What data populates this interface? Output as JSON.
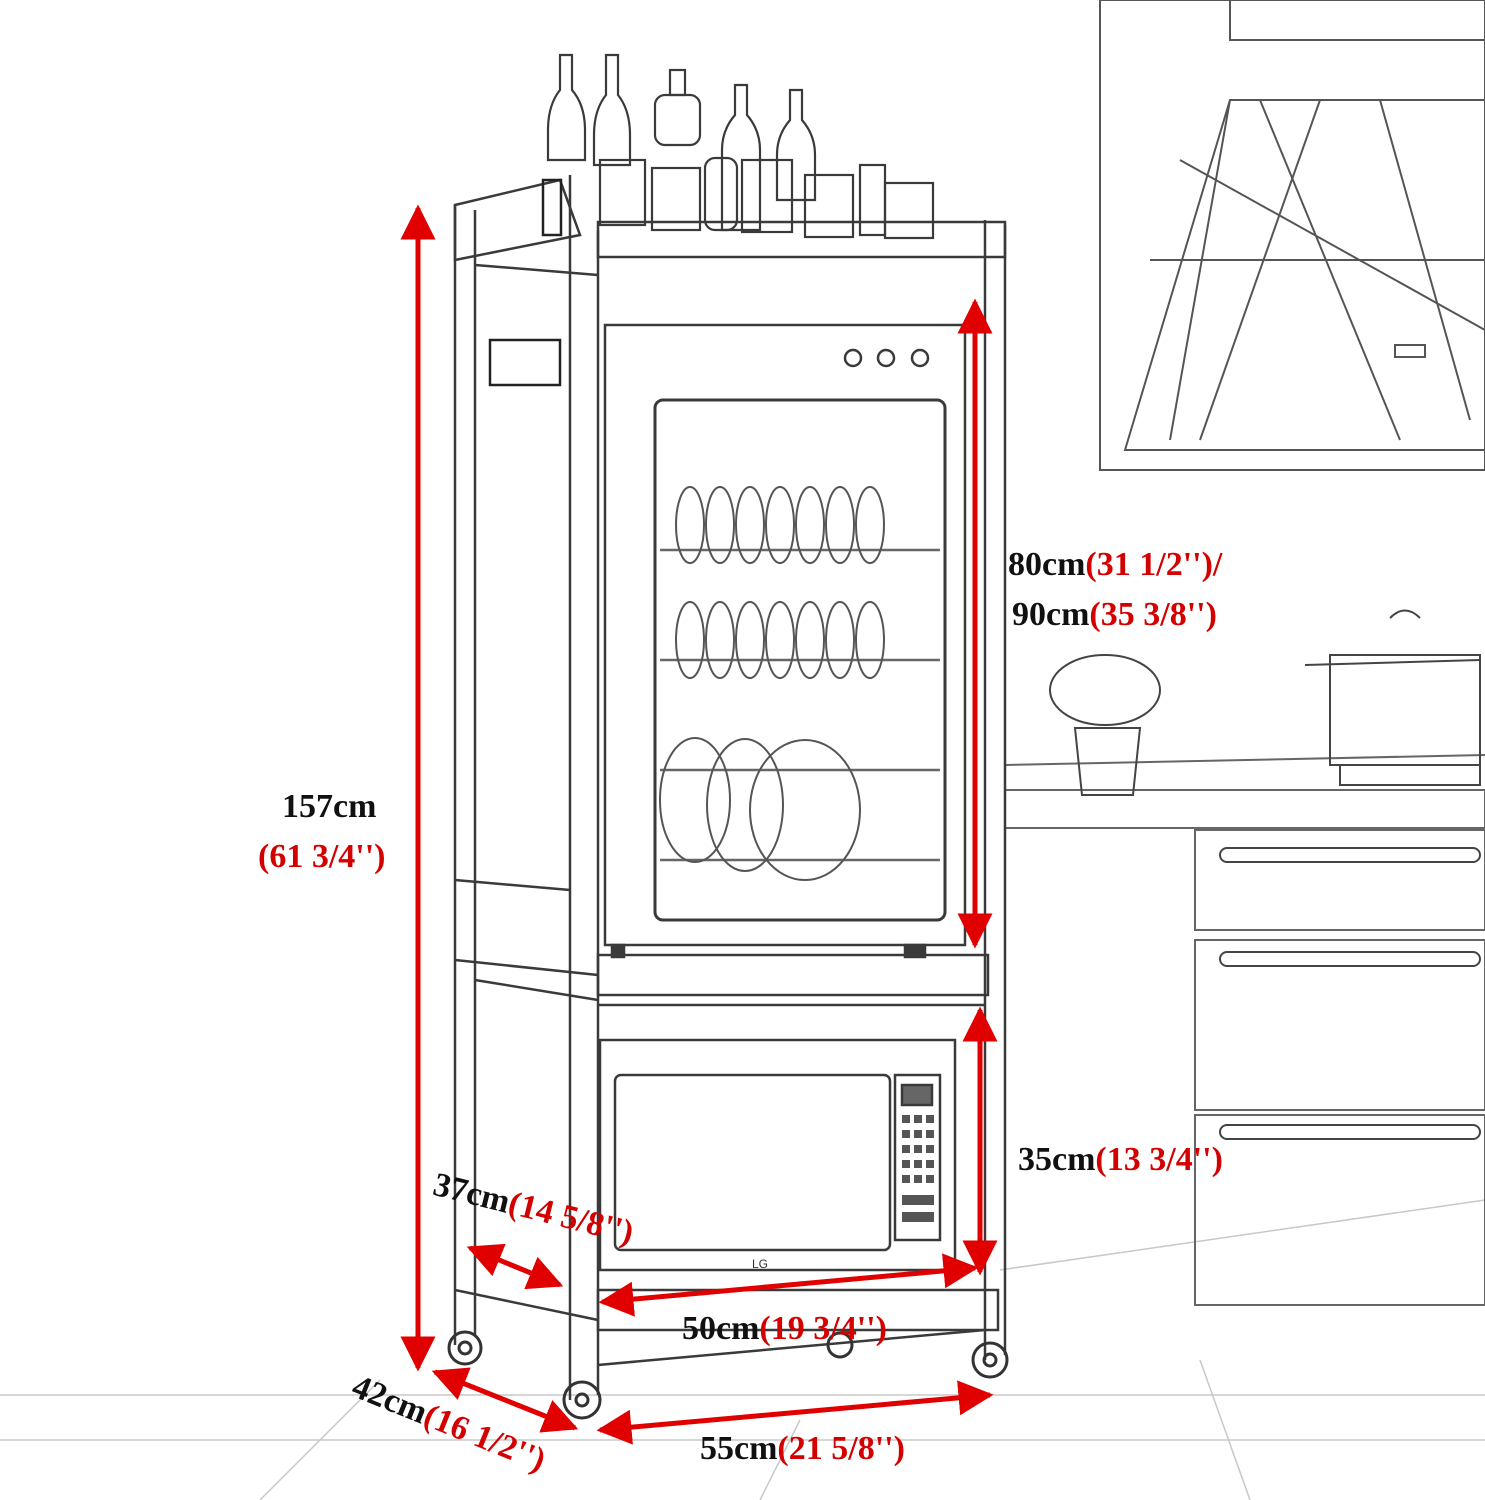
{
  "colors": {
    "sketch": "#3a3a3a",
    "light_sketch": "#9a9a9a",
    "arrow": "#e00000",
    "label_black": "#111111",
    "label_red": "#d40000"
  },
  "dimensions": {
    "total_height": {
      "cm": "157cm",
      "inch": "(61 3/4'')"
    },
    "cabinet_height": {
      "line1_cm": "80cm",
      "line1_inch": "(31 1/2'')/",
      "line2_cm": "90cm",
      "line2_inch": "(35 3/8'')"
    },
    "lower_shelf_height": {
      "cm": "35cm",
      "inch": "(13 3/4'')"
    },
    "inner_depth": {
      "cm": "37cm",
      "inch": "(14 5/8'')"
    },
    "inner_width": {
      "cm": "50cm",
      "inch": "(19 3/4'')"
    },
    "outer_depth": {
      "cm": "42cm",
      "inch": "(16 1/2'')"
    },
    "outer_width": {
      "cm": "55cm",
      "inch": "(21 5/8'')"
    }
  },
  "microwave_brand": "LG"
}
